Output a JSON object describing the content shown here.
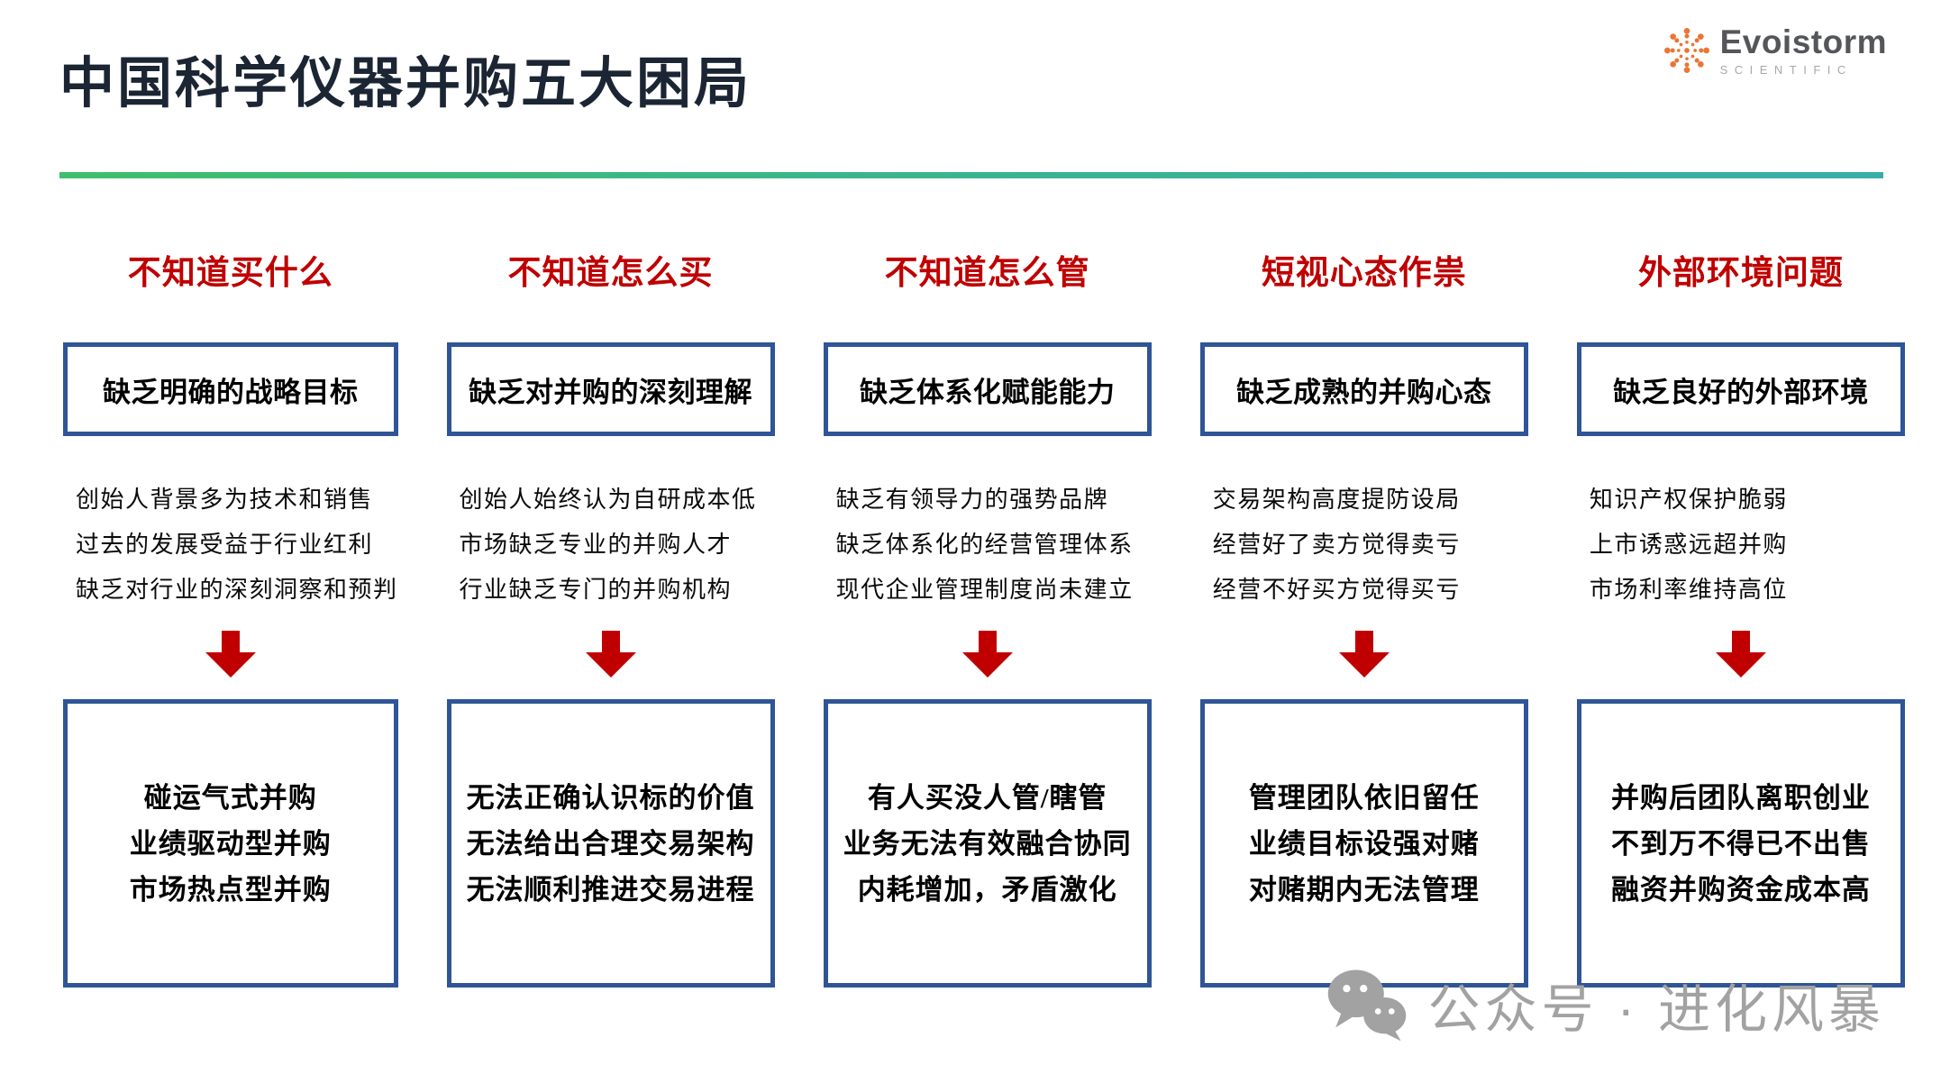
{
  "header": {
    "title": "中国科学仪器并购五大困局",
    "logo": {
      "name": "Evoistorm",
      "subtitle": "SCIENTIFIC"
    }
  },
  "columns": [
    {
      "header": "不知道买什么",
      "problem": "缺乏明确的战略目标",
      "causes": [
        "创始人背景多为技术和销售",
        "过去的发展受益于行业红利",
        "缺乏对行业的深刻洞察和预判"
      ],
      "results": [
        "碰运气式并购",
        "业绩驱动型并购",
        "市场热点型并购"
      ]
    },
    {
      "header": "不知道怎么买",
      "problem": "缺乏对并购的深刻理解",
      "causes": [
        "创始人始终认为自研成本低",
        "市场缺乏专业的并购人才",
        "行业缺乏专门的并购机构"
      ],
      "results": [
        "无法正确认识标的价值",
        "无法给出合理交易架构",
        "无法顺利推进交易进程"
      ]
    },
    {
      "header": "不知道怎么管",
      "problem": "缺乏体系化赋能能力",
      "causes": [
        "缺乏有领导力的强势品牌",
        "缺乏体系化的经营管理体系",
        "现代企业管理制度尚未建立"
      ],
      "results": [
        "有人买没人管/瞎管",
        "业务无法有效融合协同",
        "内耗增加，矛盾激化"
      ]
    },
    {
      "header": "短视心态作祟",
      "problem": "缺乏成熟的并购心态",
      "causes": [
        "交易架构高度提防设局",
        "经营好了卖方觉得卖亏",
        "经营不好买方觉得买亏"
      ],
      "results": [
        "管理团队依旧留任",
        "业绩目标设强对赌",
        "对赌期内无法管理"
      ]
    },
    {
      "header": "外部环境问题",
      "problem": "缺乏良好的外部环境",
      "causes": [
        "知识产权保护脆弱",
        "上市诱惑远超并购",
        "市场利率维持高位"
      ],
      "results": [
        "并购后团队离职创业",
        "不到万不得已不出售",
        "融资并购资金成本高"
      ]
    }
  ],
  "watermark": {
    "text": "公众号 · 进化风暴"
  },
  "colors": {
    "title_navy": "#1B2533",
    "accent_red": "#C00000",
    "box_border_blue": "#2F5597",
    "divider_gradient_start": "#3FBE6C",
    "divider_gradient_end": "#3AADA8",
    "logo_orange": "#EC7434",
    "logo_gray": "#55565A",
    "watermark_gray": "#A2A2A2"
  }
}
